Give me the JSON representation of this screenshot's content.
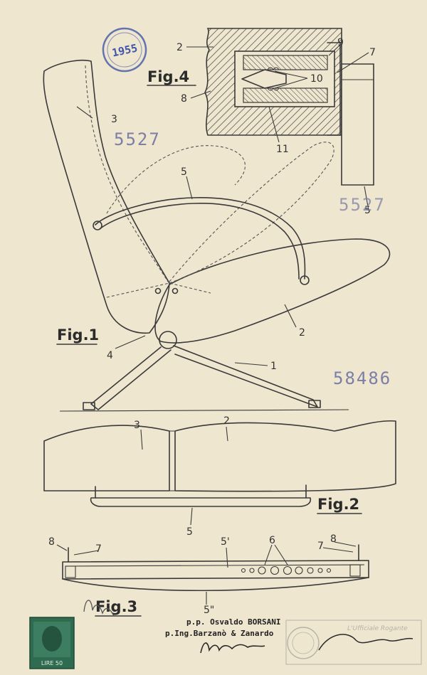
{
  "figures": {
    "fig1": "Fig.1",
    "fig2": "Fig.2",
    "fig3": "Fig.3",
    "fig4": "Fig.4"
  },
  "labels": {
    "fig1": [
      "1",
      "2",
      "3",
      "4",
      "5"
    ],
    "fig2": [
      "2",
      "3",
      "5"
    ],
    "fig3": [
      "5'",
      "5\"",
      "6",
      "7",
      "7",
      "8",
      "8"
    ],
    "fig4": [
      "2",
      "5",
      "7",
      "8",
      "9",
      "10",
      "11"
    ]
  },
  "stamps": {
    "circle_stamp": "1955",
    "number_top": "5527",
    "number_right": "5527",
    "number_mid": "58486",
    "office_stamp": "L'Ufficiale Rogante",
    "revenue_stamp": "LIRE 50"
  },
  "signature": {
    "line1": "p.p. Osvaldo BORSANI",
    "line2": "p.Ing.Barzanò & Zanardo"
  },
  "colors": {
    "paper": "#efe6cf",
    "ink": "#3a3a3a",
    "stamp_gray": "#7b7fa6",
    "stamp_blue": "#3e56a8",
    "revenue_green": "#2f6b4f"
  }
}
